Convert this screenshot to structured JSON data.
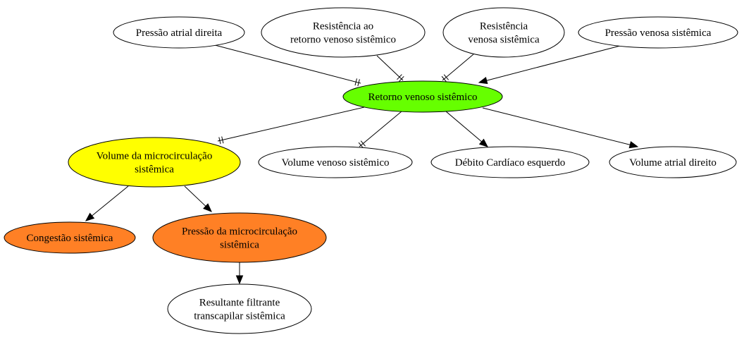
{
  "colors": {
    "white": "#ffffff",
    "green": "#66ff00",
    "yellow": "#ffff00",
    "orange": "#ff8025"
  },
  "nodes": {
    "pad": {
      "lines": [
        "Pressão atrial direita"
      ]
    },
    "rrvs": {
      "lines": [
        "Resistência ao",
        "retorno venoso sistêmico"
      ]
    },
    "rvs": {
      "lines": [
        "Resistência",
        "venosa sistêmica"
      ]
    },
    "pvs": {
      "lines": [
        "Pressão venosa sistêmica"
      ]
    },
    "rv": {
      "lines": [
        "Retorno venoso sistêmico"
      ]
    },
    "vmc": {
      "lines": [
        "Volume da microcirculação",
        "sistêmica"
      ]
    },
    "vvs": {
      "lines": [
        "Volume venoso sistêmico"
      ]
    },
    "dce": {
      "lines": [
        "Débito Cardíaco esquerdo"
      ]
    },
    "vad": {
      "lines": [
        "Volume atrial direito"
      ]
    },
    "cs": {
      "lines": [
        "Congestão sistêmica"
      ]
    },
    "pmc": {
      "lines": [
        "Pressão da microcirculação",
        "sistêmica"
      ]
    },
    "rft": {
      "lines": [
        "Resultante filtrante",
        "transcapilar sistêmica"
      ]
    }
  },
  "edges": [
    {
      "from": "pad",
      "to": "rv",
      "type": "inhibit"
    },
    {
      "from": "rrvs",
      "to": "rv",
      "type": "inhibit"
    },
    {
      "from": "rvs",
      "to": "rv",
      "type": "inhibit"
    },
    {
      "from": "pvs",
      "to": "rv",
      "type": "arrow"
    },
    {
      "from": "rv",
      "to": "vmc",
      "type": "inhibit"
    },
    {
      "from": "rv",
      "to": "vvs",
      "type": "inhibit"
    },
    {
      "from": "rv",
      "to": "dce",
      "type": "arrow"
    },
    {
      "from": "rv",
      "to": "vad",
      "type": "arrow"
    },
    {
      "from": "vmc",
      "to": "cs",
      "type": "arrow"
    },
    {
      "from": "vmc",
      "to": "pmc",
      "type": "arrow"
    },
    {
      "from": "pmc",
      "to": "rft",
      "type": "arrow"
    }
  ]
}
